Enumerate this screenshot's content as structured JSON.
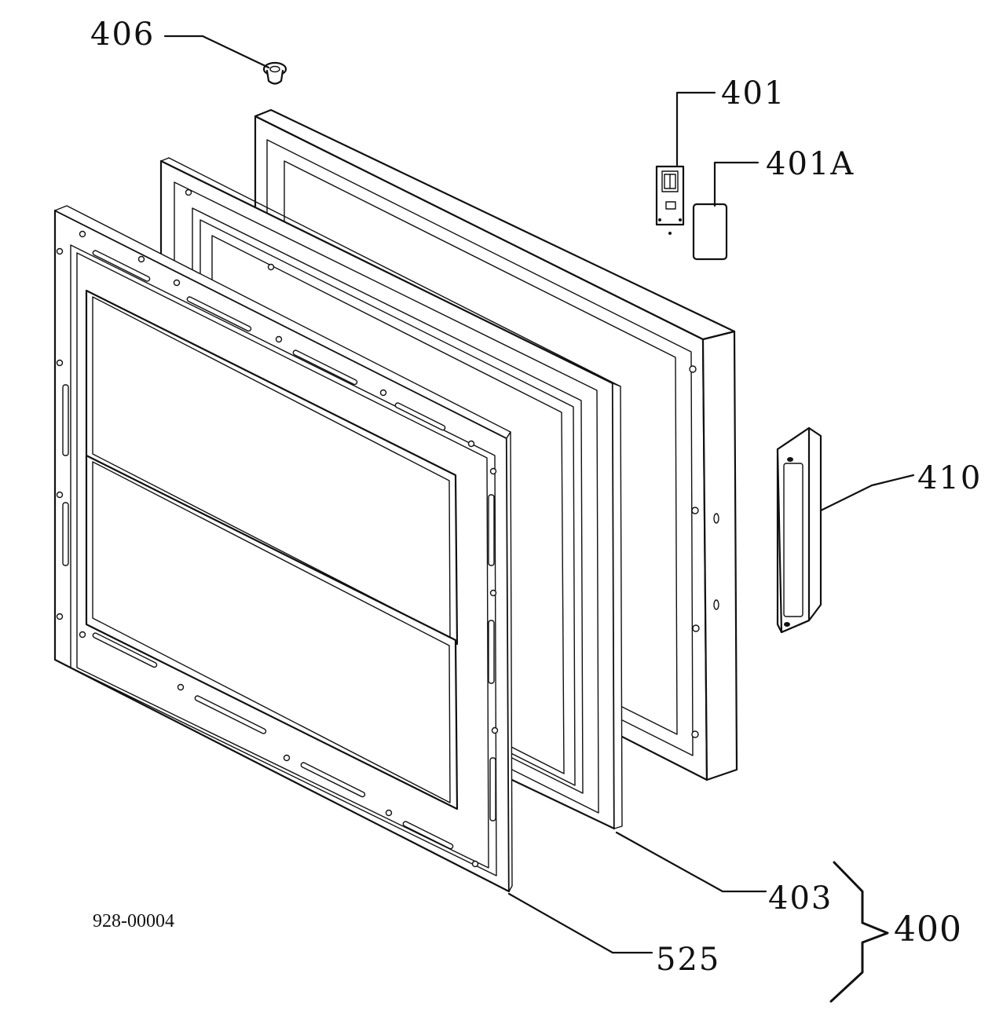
{
  "diagram": {
    "drawing_number": "928-00004",
    "callouts": {
      "p406": "406",
      "p401": "401",
      "p401a": "401A",
      "p410": "410",
      "p403": "403",
      "p525": "525",
      "p400": "400"
    }
  }
}
